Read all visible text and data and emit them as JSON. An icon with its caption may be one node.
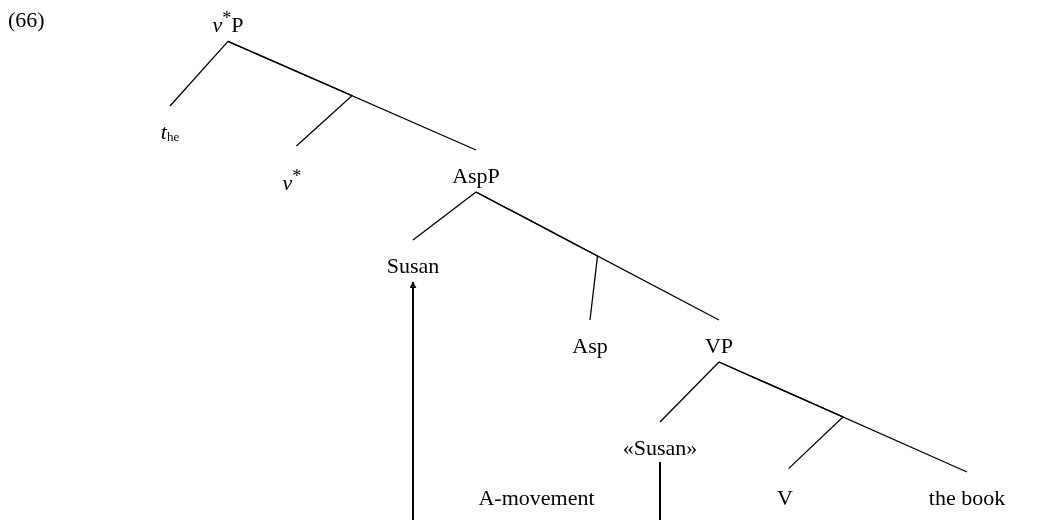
{
  "diagram": {
    "nodes": [
      {
        "text": [
          "*v*$^{*}$P"
        ]
      },
      {
        "text": [
          "*t*$_{he}$"
        ]
      },
      {
        "text": [
          "*v*$^{*}$"
        ]
      },
      {
        "text": [
          "AspP"
        ]
      },
      {
        "text": [
          "Susan"
        ]
      },
      {
        "text": [
          "Asp"
        ]
      },
      {
        "text": [
          "VP"
        ]
      },
      {
        "text": [
          "«Susan»"
        ]
      },
      {
        "text": [
          "V"
        ]
      },
      {
        "text": [
          "the book"
        ]
      }
    ],
    "edges": [
      {
        "from": 0,
        "to": 1,
        "arrow": "none"
      },
      {
        "from": 0,
        "to": 2,
        "arrow": "none"
      },
      {
        "from": 0,
        "to": 3,
        "arrow": "none"
      },
      {
        "from": 3,
        "to": 4,
        "arrow": "none"
      },
      {
        "from": 3,
        "to": 5,
        "arrow": "none"
      },
      {
        "from": 3,
        "to": 6,
        "arrow": "none"
      },
      {
        "from": 6,
        "to": 7,
        "arrow": "none"
      },
      {
        "from": 6,
        "to": 8,
        "arrow": "none"
      },
      {
        "from": 6,
        "to": 9,
        "arrow": "none"
      },
      {
        "from": 7,
        "to": 4,
        "arrow": "to",
        "label": "A-movement"
      }
    ],
    "labels": [
      "(66)"
    ]
  }
}
